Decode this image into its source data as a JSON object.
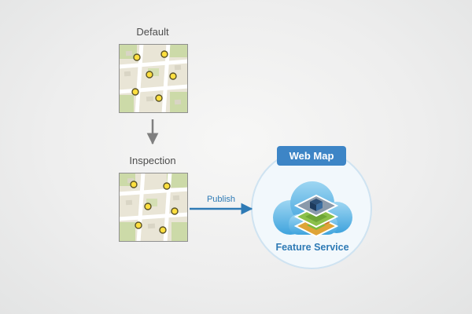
{
  "labels": {
    "default_map": "Default",
    "inspection_map": "Inspection",
    "publish": "Publish",
    "web_map": "Web Map",
    "feature_service": "Feature Service"
  },
  "icons": {
    "map_thumbnail_default": "map-thumbnail",
    "map_thumbnail_inspection": "map-thumbnail",
    "down_arrow": "arrow-down",
    "publish_arrow": "arrow-right",
    "cloud": "cloud-icon",
    "layers": "layer-stack-icon"
  },
  "colors": {
    "accent_blue": "#2e7ab5",
    "badge_blue": "#3d85c6",
    "cloud_blue": "#4aade2",
    "arrow_gray": "#7f7f7f",
    "background_gray": "#e9eaea",
    "map_point_yellow": "#ffdf3f"
  }
}
